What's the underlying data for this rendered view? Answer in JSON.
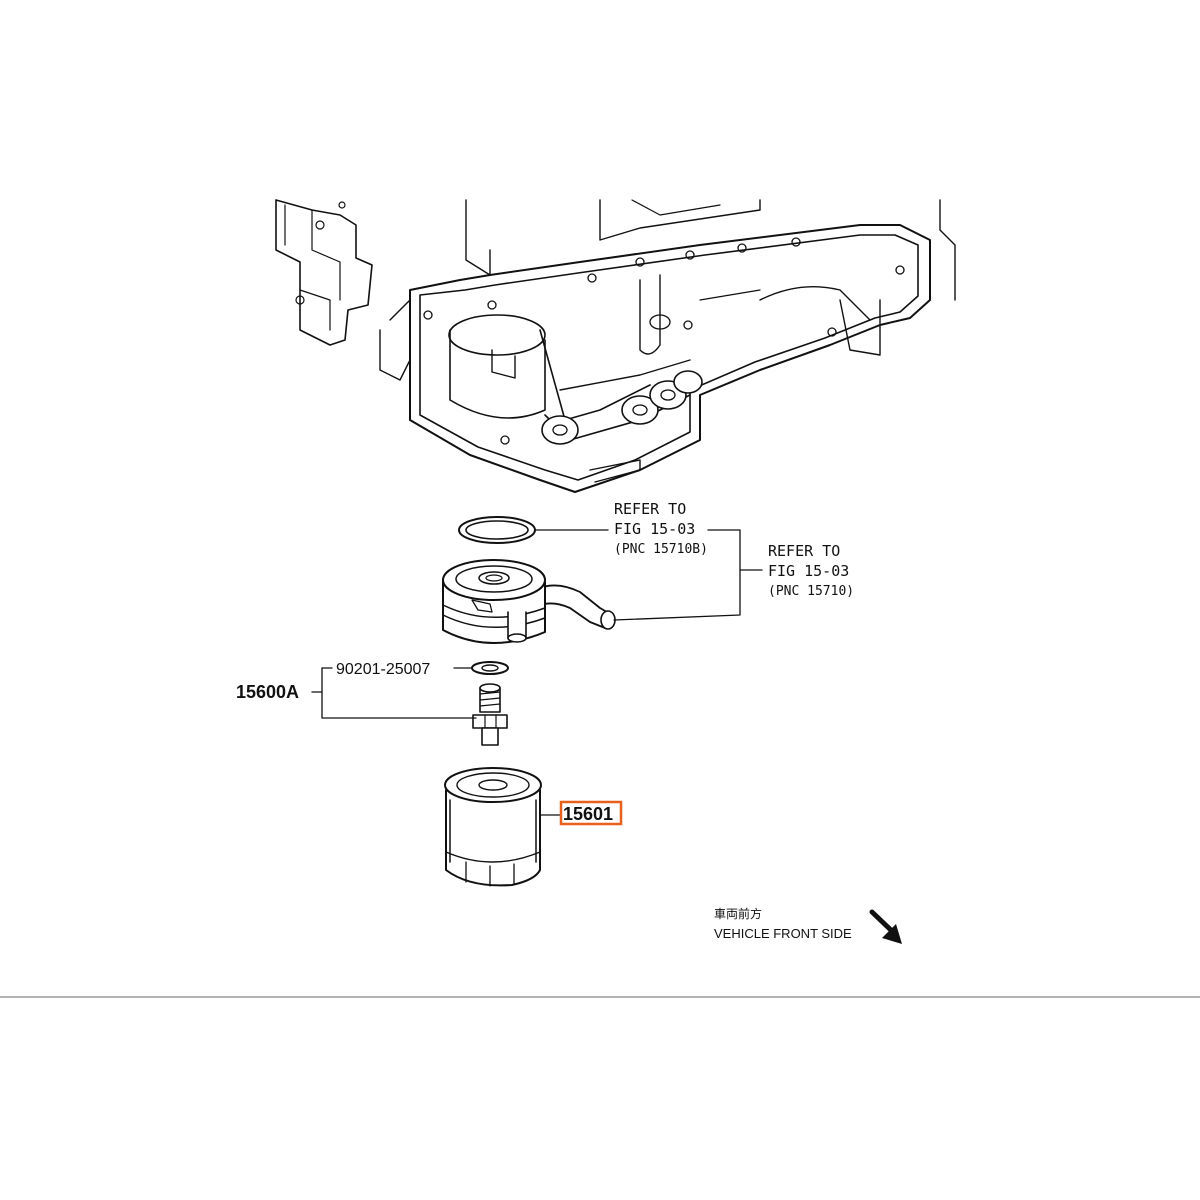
{
  "callouts": {
    "refer_1_line1": "REFER TO",
    "refer_1_line2": "FIG 15-03",
    "refer_1_pnc": "(PNC 15710B)",
    "refer_2_line1": "REFER TO",
    "refer_2_line2": "FIG 15-03",
    "refer_2_pnc": "(PNC 15710)",
    "assembly_part": "15600A",
    "washer_part": "90201-25007",
    "filter_part": "15601"
  },
  "orientation": {
    "japanese_label": "車両前方",
    "english_label": "VEHICLE FRONT SIDE",
    "arrow_icon": "arrow-down-right-icon"
  },
  "colors": {
    "highlight": "#e8601c",
    "line": "#111111"
  }
}
